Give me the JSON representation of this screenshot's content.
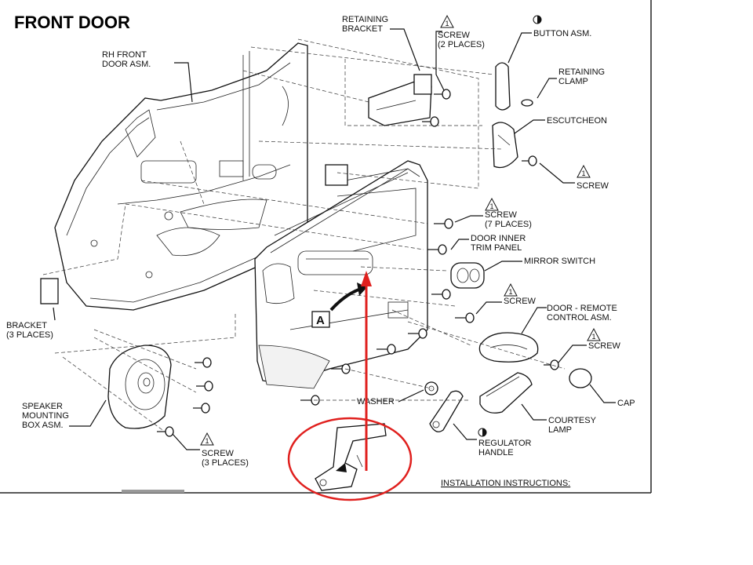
{
  "title": "FRONT DOOR",
  "labels": {
    "rh_front_door": [
      "RH FRONT",
      "DOOR ASM."
    ],
    "retaining_bracket": [
      "RETAINING",
      "BRACKET"
    ],
    "screw_2": [
      "SCREW",
      "(2 PLACES)"
    ],
    "button_asm": "BUTTON ASM.",
    "retaining_clamp": [
      "RETAINING",
      "CLAMP"
    ],
    "escutcheon": "ESCUTCHEON",
    "screw_esc": "SCREW",
    "screw_7": [
      "SCREW",
      "(7 PLACES)"
    ],
    "door_inner_trim": [
      "DOOR INNER",
      "TRIM PANEL"
    ],
    "mirror_switch": "MIRROR SWITCH",
    "screw_mirror": "SCREW",
    "door_remote": [
      "DOOR - REMOTE",
      "CONTROL ASM."
    ],
    "screw_remote": "SCREW",
    "cap": "CAP",
    "washer": "WASHER",
    "courtesy_lamp": [
      "COURTESY",
      "LAMP"
    ],
    "regulator_handle": [
      "REGULATOR",
      "HANDLE"
    ],
    "bracket_3": [
      "BRACKET",
      "(3 PLACES)"
    ],
    "speaker_box": [
      "SPEAKER",
      "MOUNTING",
      "BOX ASM."
    ],
    "screw_3": [
      "SCREW",
      "(3 PLACES)"
    ],
    "callout_a": "A",
    "installation": "INSTALLATION INSTRUCTIONS:",
    "triangle_num": "1"
  },
  "colors": {
    "annotation": "#e0201e",
    "line": "#111111",
    "highlight_fill": "#f2f2f2"
  }
}
